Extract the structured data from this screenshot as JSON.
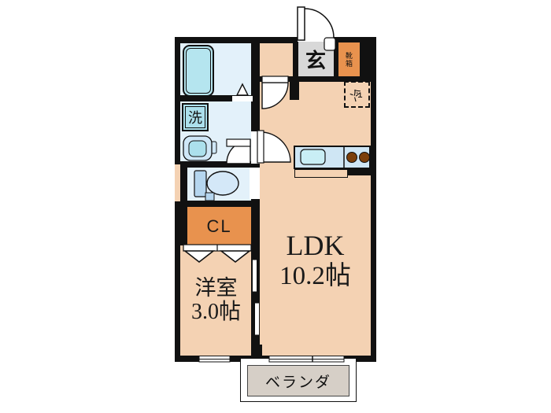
{
  "floorplan": {
    "type": "japanese-apartment-floor-plan",
    "labels": {
      "entrance": "玄",
      "shoe_box": "靴箱",
      "refrigerator": "冷",
      "washing_machine": "洗",
      "closet": "CL",
      "ldk_name": "LDK",
      "ldk_size": "10.2帖",
      "western_room_name": "洋室",
      "western_room_size": "3.0帖",
      "veranda": "ベランダ"
    },
    "colors": {
      "wall": "#111111",
      "room_floor": "#f4d2b3",
      "wet_area_floor": "#e3f1fa",
      "fixture_accent": "#b5e5ef",
      "storage_orange": "#e8924e",
      "entrance_tile": "#d8d8d8",
      "balcony_deck": "#d6cfc7",
      "stove_burner": "#7c3f0a"
    },
    "fixtures": [
      "bathtub",
      "washing-machine-space",
      "washbasin",
      "toilet",
      "kitchen-sink",
      "two-burner-stove",
      "refrigerator-space",
      "closet-bifold-doors",
      "sliding-doors",
      "entrance-door",
      "balcony"
    ]
  }
}
